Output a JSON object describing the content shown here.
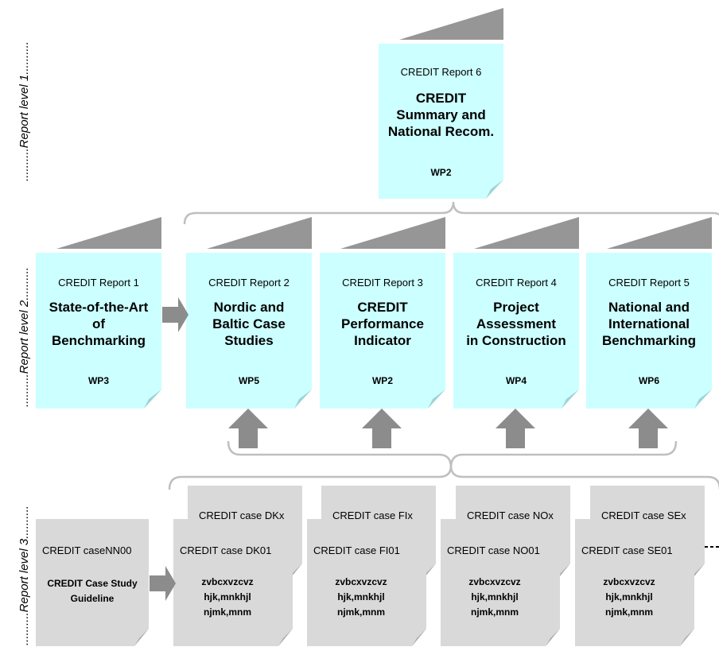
{
  "levels": {
    "level1": "..........Report level 1..........",
    "level2": "..........Report level 2..........",
    "level3": "..........Report level 3.........."
  },
  "top_report": {
    "title": "CREDIT Report 6",
    "main": "CREDIT\nSummary and\nNational Recom.",
    "wp": "WP2"
  },
  "reports": [
    {
      "title": "CREDIT Report 1",
      "main": "State-of-the-Art\nof\nBenchmarking",
      "wp": "WP3"
    },
    {
      "title": "CREDIT Report 2",
      "main": "Nordic and\nBaltic Case\nStudies",
      "wp": "WP5"
    },
    {
      "title": "CREDIT Report 3",
      "main": "CREDIT\nPerformance\nIndicator",
      "wp": "WP2"
    },
    {
      "title": "CREDIT Report 4",
      "main": "Project\nAssessment\nin Construction",
      "wp": "WP4"
    },
    {
      "title": "CREDIT Report 5",
      "main": "National and\nInternational\nBenchmarking",
      "wp": "WP6"
    }
  ],
  "guideline": {
    "title": "CREDIT caseNN00",
    "main": "CREDIT Case Study\nGuideline"
  },
  "cases": [
    {
      "back": "CREDIT case DKx",
      "front": "CREDIT case DK01",
      "body": "zvbcxvzcvz\nhjk,mnkhjl\nnjmk,mnm"
    },
    {
      "back": "CREDIT case FIx",
      "front": "CREDIT case FI01",
      "body": "zvbcxvzcvz\nhjk,mnkhjl\nnjmk,mnm"
    },
    {
      "back": "CREDIT case NOx",
      "front": "CREDIT case NO01",
      "body": "zvbcxvzcvz\nhjk,mnkhjl\nnjmk,mnm"
    },
    {
      "back": "CREDIT case SEx",
      "front": "CREDIT case SE01",
      "body": "zvbcxvzcvz\nhjk,mnkhjl\nnjmk,mnm"
    }
  ],
  "colors": {
    "report_fill": "#ccffff",
    "case_fill": "#d9d9d9",
    "arrow": "#8c8c8c",
    "cover": "#969696",
    "bracket": "#bfbfbf"
  }
}
